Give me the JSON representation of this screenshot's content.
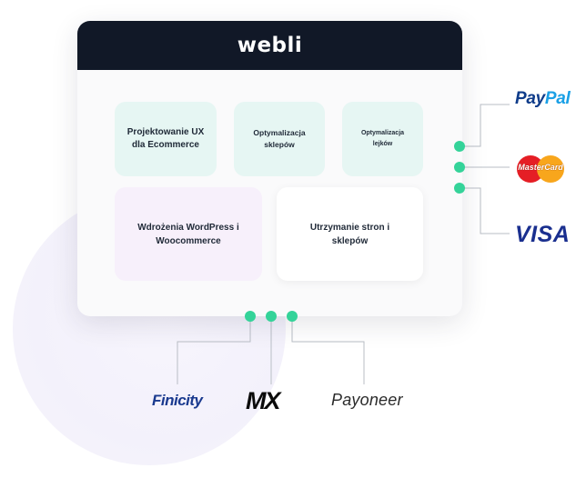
{
  "header": {
    "logo_text": "webli"
  },
  "services": [
    {
      "label": "Projektowanie UX\ndla Ecommerce"
    },
    {
      "label": "Optymalizacja\nsklepów"
    },
    {
      "label": "Optymalizacja\nlejków"
    },
    {
      "label": "Wdrożenia WordPress i\nWoocommerce"
    },
    {
      "label": "Utrzymanie stron i\nsklepów"
    }
  ],
  "payment_partners": {
    "paypal": {
      "part1": "Pay",
      "part2": "Pal"
    },
    "mastercard": "MasterCard",
    "visa": "VISA"
  },
  "integrations": {
    "finicity": "Finicity",
    "mx": "MX",
    "payoneer": "Payoneer"
  },
  "colors": {
    "header_bg": "#111827",
    "connector_dot": "#34d399",
    "card_teal": "#e6f6f3",
    "card_lavender": "#f7f0fb",
    "paypal_dark": "#0f3c8a",
    "paypal_light": "#1aa0e6",
    "visa_blue": "#1a2f8f"
  }
}
